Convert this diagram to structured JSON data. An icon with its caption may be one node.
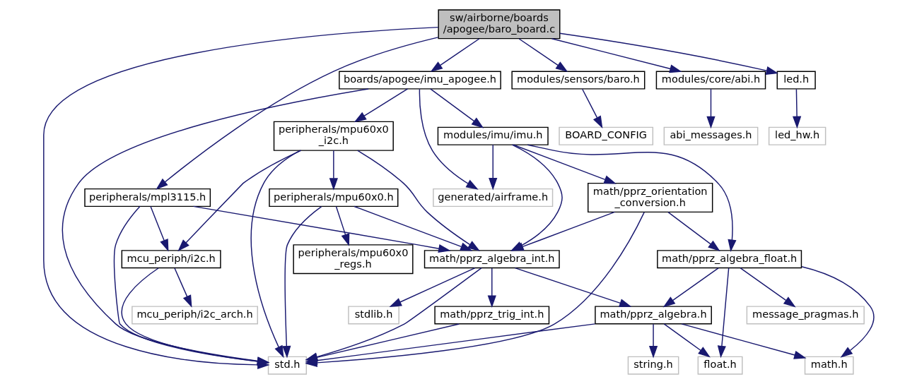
{
  "diagram": {
    "nodes": [
      {
        "text": [
          "sw/airborne/boards /apogee/baro_board.c"
        ]
      },
      {
        "text": [
          "boards/apogee/imu_apogee.h"
        ]
      },
      {
        "text": [
          "modules/sensors/baro.h"
        ]
      },
      {
        "text": [
          "modules/core/abi.h"
        ]
      },
      {
        "text": [
          "led.h"
        ]
      },
      {
        "text": [
          "peripherals/mpl3115.h"
        ]
      },
      {
        "text": [
          "std.h"
        ]
      },
      {
        "text": [
          "peripherals/mpu60x0 _i2c.h"
        ]
      },
      {
        "text": [
          "modules/imu/imu.h"
        ]
      },
      {
        "text": [
          "generated/airframe.h"
        ]
      },
      {
        "text": [
          "BOARD_CONFIG"
        ]
      },
      {
        "text": [
          "abi_messages.h"
        ]
      },
      {
        "text": [
          "led_hw.h"
        ]
      },
      {
        "text": [
          "peripherals/mpu60x0.h"
        ]
      },
      {
        "text": [
          "math/pprz_orientation _conversion.h"
        ]
      },
      {
        "text": [
          "mcu_periph/i2c.h"
        ]
      },
      {
        "text": [
          "peripherals/mpu60x0 _regs.h"
        ]
      },
      {
        "text": [
          "math/pprz_algebra_int.h"
        ]
      },
      {
        "text": [
          "math/pprz_algebra_float.h"
        ]
      },
      {
        "text": [
          "mcu_periph/i2c_arch.h"
        ]
      },
      {
        "text": [
          "math/pprz_trig_int.h"
        ]
      },
      {
        "text": [
          "stdlib.h"
        ]
      },
      {
        "text": [
          "math/pprz_algebra.h"
        ]
      },
      {
        "text": [
          "message_pragmas.h"
        ]
      },
      {
        "text": [
          "string.h"
        ]
      },
      {
        "text": [
          "float.h"
        ]
      },
      {
        "text": [
          "math.h"
        ]
      }
    ],
    "edges": [
      {
        "from": 0,
        "to": 1,
        "arrow": "to"
      },
      {
        "from": 0,
        "to": 5,
        "arrow": "to"
      },
      {
        "from": 0,
        "to": 6,
        "arrow": "to"
      },
      {
        "from": 0,
        "to": 2,
        "arrow": "to"
      },
      {
        "from": 0,
        "to": 3,
        "arrow": "to"
      },
      {
        "from": 0,
        "to": 4,
        "arrow": "to"
      },
      {
        "from": 1,
        "to": 6,
        "arrow": "to"
      },
      {
        "from": 1,
        "to": 7,
        "arrow": "to"
      },
      {
        "from": 1,
        "to": 9,
        "arrow": "to"
      },
      {
        "from": 1,
        "to": 8,
        "arrow": "to"
      },
      {
        "from": 2,
        "to": 10,
        "arrow": "to"
      },
      {
        "from": 3,
        "to": 11,
        "arrow": "to"
      },
      {
        "from": 4,
        "to": 12,
        "arrow": "to"
      },
      {
        "from": 7,
        "to": 15,
        "arrow": "to"
      },
      {
        "from": 7,
        "to": 6,
        "arrow": "to"
      },
      {
        "from": 7,
        "to": 13,
        "arrow": "to"
      },
      {
        "from": 7,
        "to": 17,
        "arrow": "to"
      },
      {
        "from": 8,
        "to": 9,
        "arrow": "to"
      },
      {
        "from": 8,
        "to": 17,
        "arrow": "to"
      },
      {
        "from": 8,
        "to": 14,
        "arrow": "to"
      },
      {
        "from": 8,
        "to": 18,
        "arrow": "to"
      },
      {
        "from": 5,
        "to": 15,
        "arrow": "to"
      },
      {
        "from": 5,
        "to": 6,
        "arrow": "to"
      },
      {
        "from": 5,
        "to": 17,
        "arrow": "to"
      },
      {
        "from": 13,
        "to": 16,
        "arrow": "to"
      },
      {
        "from": 13,
        "to": 17,
        "arrow": "to"
      },
      {
        "from": 13,
        "to": 6,
        "arrow": "to"
      },
      {
        "from": 14,
        "to": 17,
        "arrow": "to"
      },
      {
        "from": 14,
        "to": 18,
        "arrow": "to"
      },
      {
        "from": 14,
        "to": 6,
        "arrow": "to"
      },
      {
        "from": 15,
        "to": 19,
        "arrow": "to"
      },
      {
        "from": 15,
        "to": 6,
        "arrow": "to"
      },
      {
        "from": 17,
        "to": 20,
        "arrow": "to"
      },
      {
        "from": 17,
        "to": 21,
        "arrow": "to"
      },
      {
        "from": 17,
        "to": 22,
        "arrow": "to"
      },
      {
        "from": 17,
        "to": 6,
        "arrow": "to"
      },
      {
        "from": 18,
        "to": 22,
        "arrow": "to"
      },
      {
        "from": 18,
        "to": 23,
        "arrow": "to"
      },
      {
        "from": 18,
        "to": 25,
        "arrow": "to"
      },
      {
        "from": 18,
        "to": 26,
        "arrow": "to"
      },
      {
        "from": 20,
        "to": 6,
        "arrow": "to"
      },
      {
        "from": 22,
        "to": 6,
        "arrow": "to"
      },
      {
        "from": 22,
        "to": 24,
        "arrow": "to"
      },
      {
        "from": 22,
        "to": 25,
        "arrow": "to"
      },
      {
        "from": 22,
        "to": 26,
        "arrow": "to"
      }
    ]
  }
}
